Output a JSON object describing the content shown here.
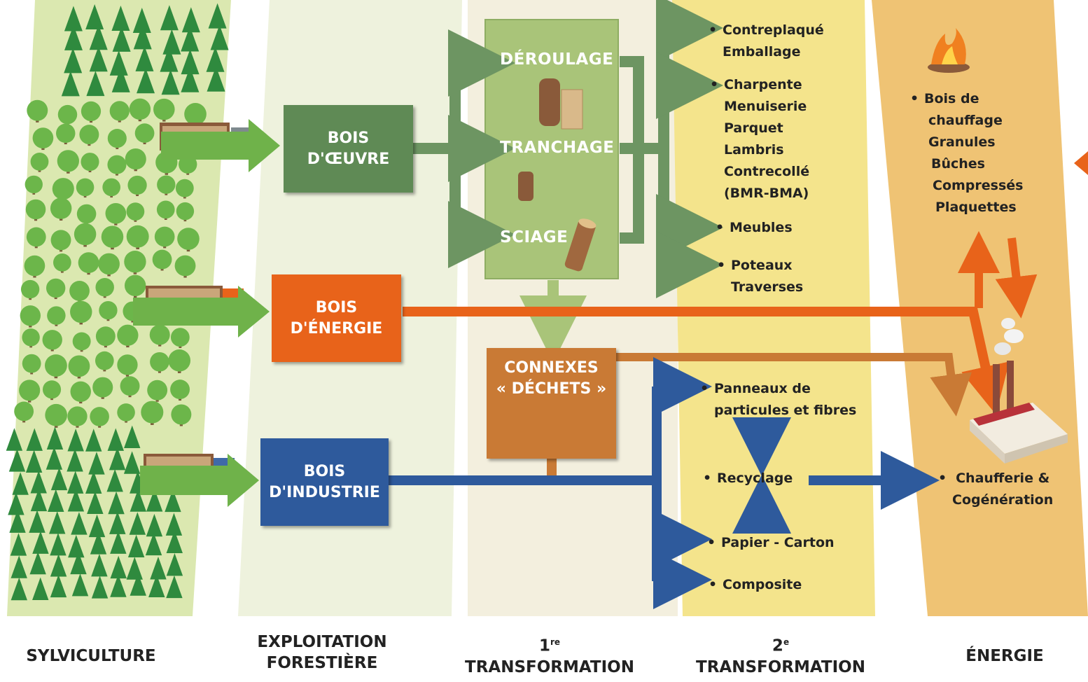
{
  "stages": {
    "sylviculture": "SYLVICULTURE",
    "exploitation": [
      "EXPLOITATION",
      "FORESTIÈRE"
    ],
    "premiere": {
      "num": "1",
      "sup": "re",
      "word": "TRANSFORMATION"
    },
    "deuxieme": {
      "num": "2",
      "sup": "e",
      "word": "TRANSFORMATION"
    },
    "energie": "ÉNERGIE"
  },
  "boxes": {
    "oeuvre": [
      "BOIS",
      "D'ŒUVRE"
    ],
    "energie": [
      "BOIS",
      "D'ÉNERGIE"
    ],
    "industrie": [
      "BOIS",
      "D'INDUSTRIE"
    ],
    "connexes": [
      "CONNEXES",
      "« DÉCHETS »"
    ]
  },
  "processes": {
    "deroulage": "DÉROULAGE",
    "tranchage": "TRANCHAGE",
    "sciage": "SCIAGE"
  },
  "products": {
    "contreplaque": [
      "Contreplaqué",
      "Emballage"
    ],
    "charpente": [
      "Charpente",
      "Menuiserie",
      "Parquet",
      "Lambris",
      "Contrecollé",
      "(BMR-BMA)"
    ],
    "meubles": [
      "Meubles"
    ],
    "poteaux": [
      "Poteaux",
      "Traverses"
    ],
    "panneaux": [
      "Panneaux de",
      "particules et fibres"
    ],
    "recyclage": [
      "Recyclage"
    ],
    "papier": [
      "Papier - Carton"
    ],
    "composite": [
      "Composite"
    ]
  },
  "energy": {
    "chauffage": [
      "Bois de",
      "chauffage",
      "Granules",
      "Bûches",
      "Compressés",
      "Plaquettes"
    ],
    "chaufferie": [
      "Chaufferie &",
      "Cogénération"
    ]
  },
  "bullet": "•",
  "colors": {
    "green_box": "#5f8a55",
    "orange_box": "#e8631a",
    "blue_box": "#2e5a9c",
    "brown_box": "#c97a35",
    "light_green_band": "#dfe9b9",
    "yellow_band": "#f5e68a",
    "energy_band": "#efc272"
  }
}
